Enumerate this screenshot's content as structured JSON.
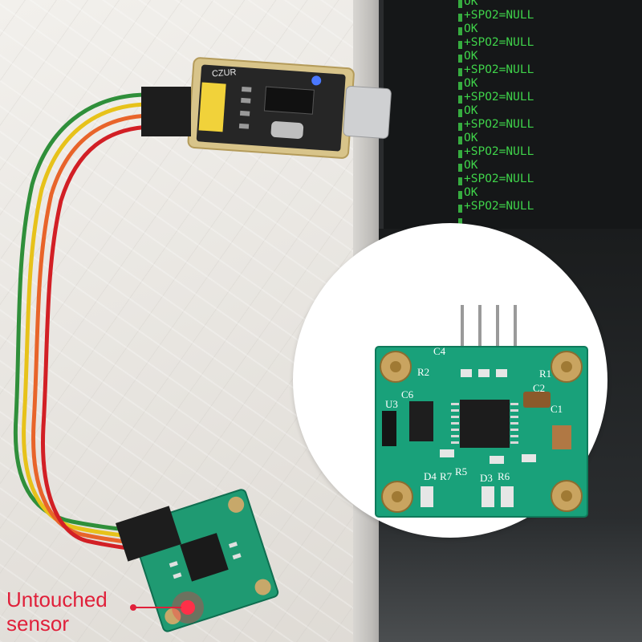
{
  "terminal": {
    "lines": [
      "OK",
      "+SPO2=NULL",
      "OK",
      "+SPO2=NULL",
      "OK",
      "+SPO2=NULL",
      "OK",
      "+SPO2=NULL",
      "OK",
      "+SPO2=NULL",
      "OK",
      "+SPO2=NULL",
      "OK",
      "+SPO2=NULL",
      "OK",
      "+SPO2=NULL"
    ]
  },
  "adapter": {
    "silkscreen": "CZUR"
  },
  "sensor_board": {
    "labels": [
      "U3",
      "C6",
      "R5",
      "R7",
      "D4",
      "D3",
      "R6",
      "C2",
      "C1",
      "C4",
      "R2",
      "R1"
    ]
  },
  "annotation": {
    "line1": "Untouched",
    "line2": "sensor"
  },
  "colors": {
    "terminal_text": "#3fd24a",
    "annotation_red": "#e0203a",
    "pcb_green": "#19a17a"
  }
}
